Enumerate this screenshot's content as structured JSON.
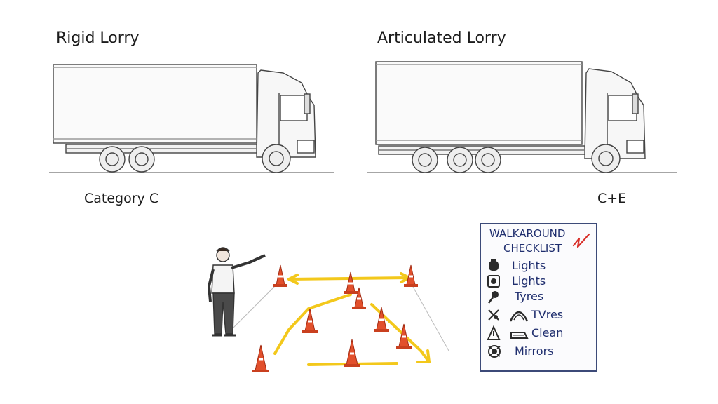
{
  "trucks": {
    "rigid": {
      "title": "Rigid Lorry",
      "category": "Category C"
    },
    "articulated": {
      "title": "Articulated Lorry",
      "category": "C+E"
    }
  },
  "checklist": {
    "title_line1": "WALKAROUND",
    "title_line2": "CHECKLIST",
    "items": [
      {
        "icon": "lamp-icon",
        "label": "Lights"
      },
      {
        "icon": "square-lamp-icon",
        "label": "Lights"
      },
      {
        "icon": "gauge-icon",
        "label": "Tyres"
      },
      {
        "icon": "tyre-tread-icon",
        "label": "TVres"
      },
      {
        "icon": "cleaning-icon",
        "label": "Clean"
      },
      {
        "icon": "mirror-icon",
        "label": "Mirrors"
      }
    ]
  },
  "colors": {
    "cone": "#e2502c",
    "arrow": "#f3c81b",
    "ink": "#1c1c1c",
    "checklist_ink": "#1f2e6e",
    "check_mark": "#d9302a"
  }
}
